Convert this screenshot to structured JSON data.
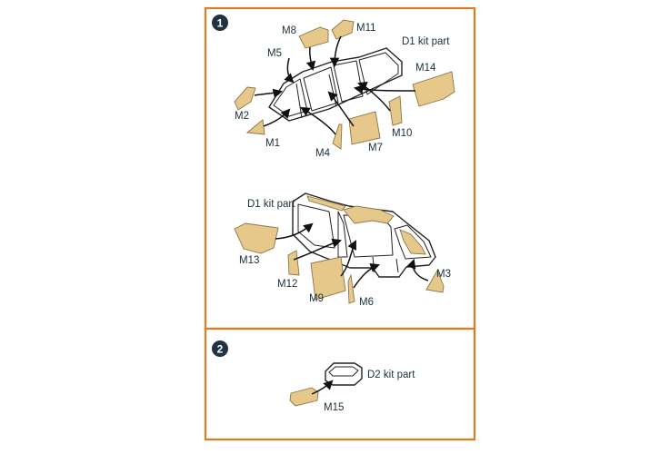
{
  "colors": {
    "frame": "#e07b1f",
    "badge": "#1f3340",
    "mask": "#e6c98a",
    "text": "#1b2f3c"
  },
  "steps": [
    {
      "number": "1",
      "kit_part_upper": "D1 kit part",
      "kit_part_lower": "D1 kit part",
      "labels": {
        "m1": "M1",
        "m2": "M2",
        "m3": "M3",
        "m4": "M4",
        "m5": "M5",
        "m6": "M6",
        "m7": "M7",
        "m8": "M8",
        "m9": "M9",
        "m10": "M10",
        "m11": "M11",
        "m12": "M12",
        "m13": "M13",
        "m14": "M14"
      }
    },
    {
      "number": "2",
      "kit_part": "D2 kit part",
      "labels": {
        "m15": "M15"
      }
    }
  ]
}
